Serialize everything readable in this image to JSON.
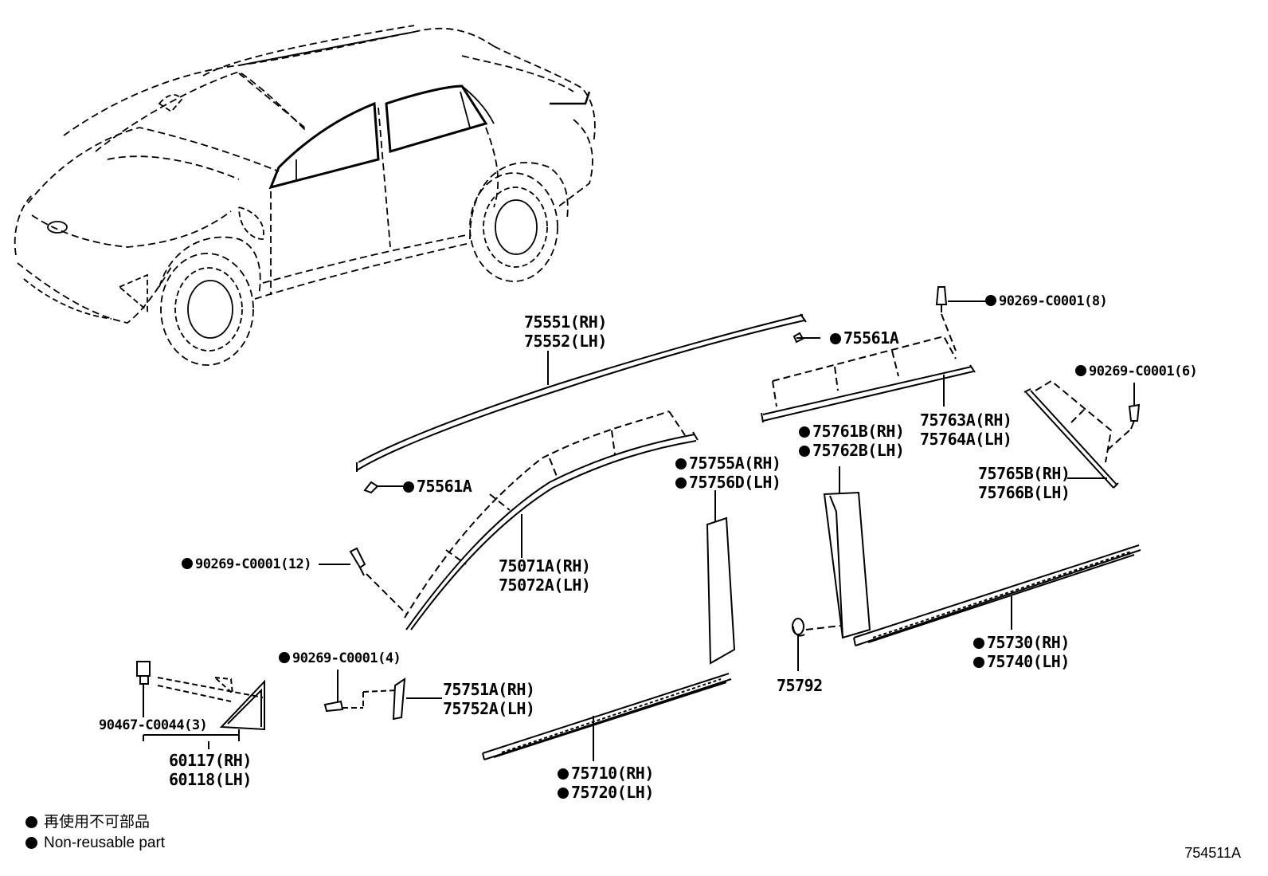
{
  "labels": {
    "p75551_rh": "75551(RH)",
    "p75552_lh": "75552(LH)",
    "p75561a_top": "75561A",
    "p75561a_left": "75561A",
    "p90269_8": "90269-C0001(8)",
    "p90269_6": "90269-C0001(6)",
    "p90269_12": "90269-C0001(12)",
    "p90269_4": "90269-C0001(4)",
    "p75763a_rh": "75763A(RH)",
    "p75764a_lh": "75764A(LH)",
    "p75761b_rh": "75761B(RH)",
    "p75762b_lh": "75762B(LH)",
    "p75755a_rh": "75755A(RH)",
    "p75756d_lh": "75756D(LH)",
    "p75765b_rh": "75765B(RH)",
    "p75766b_lh": "75766B(LH)",
    "p75071a_rh": "75071A(RH)",
    "p75072a_lh": "75072A(LH)",
    "p75730_rh": "75730(RH)",
    "p75740_lh": "75740(LH)",
    "p75792": "75792",
    "p75751a_rh": "75751A(RH)",
    "p75752a_lh": "75752A(LH)",
    "p90467": "90467-C0044(3)",
    "p60117_rh": "60117(RH)",
    "p60118_lh": "60118(LH)",
    "p75710_rh": "75710(RH)",
    "p75720_lh": "75720(LH)"
  },
  "legend": {
    "japanese": "再使用不可部品",
    "english": "Non-reusable part"
  },
  "diagram_code": "754511A"
}
